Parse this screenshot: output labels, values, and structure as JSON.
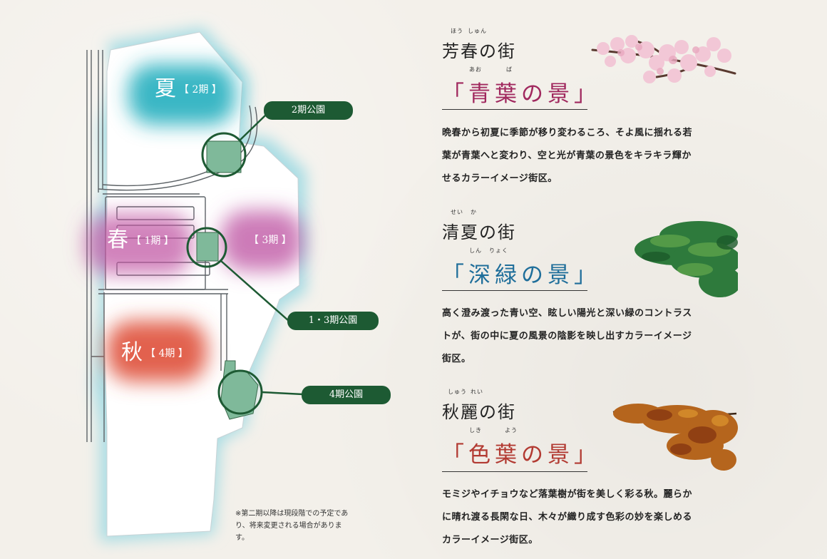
{
  "map": {
    "seasons": [
      {
        "id": "summer",
        "kanji": "夏",
        "phase": "【 2期 】",
        "color": "#2fb3c2"
      },
      {
        "id": "spring",
        "kanji": "春",
        "phase": "【 1期 】",
        "color": "#c15aa6"
      },
      {
        "id": "phase3",
        "kanji": "",
        "phase": "【 3期 】",
        "color": "#c15aa6"
      },
      {
        "id": "autumn",
        "kanji": "秋",
        "phase": "【 4期 】",
        "color": "#e05a45"
      }
    ],
    "parks": [
      {
        "id": "park2",
        "label": "2期公園"
      },
      {
        "id": "park13",
        "label": "1・3期公園"
      },
      {
        "id": "park4",
        "label": "4期公園"
      }
    ],
    "note": "※第二期以降は現段階での予定であり、将来変更される場合があります。",
    "colors": {
      "park_green": "#1d5a33",
      "park_fill": "#7fb99a",
      "glow": "#bfe6ea"
    }
  },
  "sections": [
    {
      "id": "spring",
      "street_ruby_1": "ほう",
      "street_ruby_2": "しゅん",
      "street_name": "芳春の街",
      "scene_ruby_1": "あお",
      "scene_ruby_2": "ば",
      "scene_title": "「青葉の景」",
      "scene_color": "#a0285e",
      "description": "晩春から初夏に季節が移り変わるころ、そよ風に揺れる若葉が青葉へと変わり、空と光が青葉の景色をキラキラ輝かせるカラーイメージ街区。",
      "tree": "cherry-blossom-branch-icon"
    },
    {
      "id": "summer",
      "street_ruby_1": "せい",
      "street_ruby_2": "か",
      "street_name": "清夏の街",
      "scene_ruby_1": "しん",
      "scene_ruby_2": "りょく",
      "scene_title": "「深緑の景」",
      "scene_color": "#1f6e9a",
      "description": "高く澄み渡った青い空、眩しい陽光と深い緑のコントラストが、街の中に夏の風景の陰影を映し出すカラーイメージ街区。",
      "tree": "green-tree-branch-icon"
    },
    {
      "id": "autumn",
      "street_ruby_1": "しゅう",
      "street_ruby_2": "れい",
      "street_name": "秋麗の街",
      "scene_ruby_1": "しき",
      "scene_ruby_2": "よう",
      "scene_title": "「色葉の景」",
      "scene_color": "#b23a32",
      "description": "モミジやイチョウなど落葉樹が街を美しく彩る秋。麗らかに晴れ渡る長閑な日、木々が織り成す色彩の妙を楽しめるカラーイメージ街区。",
      "tree": "autumn-maple-branch-icon"
    }
  ]
}
